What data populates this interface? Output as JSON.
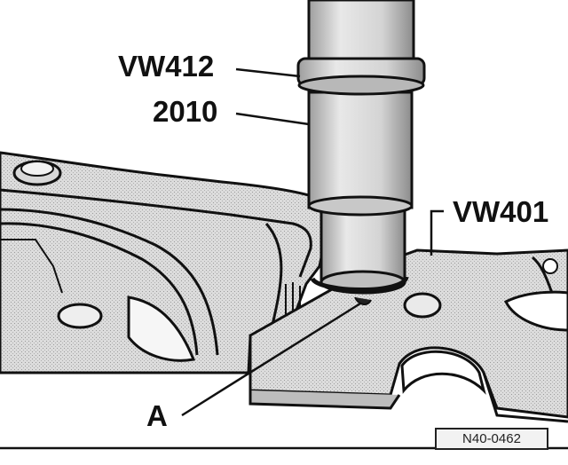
{
  "figure": {
    "labels": {
      "vw412": "VW412",
      "tool_2010": "2010",
      "vw401": "VW401",
      "point_a": "A"
    },
    "reference_code": "N40-0462"
  },
  "colors": {
    "ink": "#111111",
    "metal_light": "#e4e4e4",
    "metal_mid": "#cfcfcf",
    "metal_dark": "#a8a8a8",
    "paper": "#ffffff"
  }
}
